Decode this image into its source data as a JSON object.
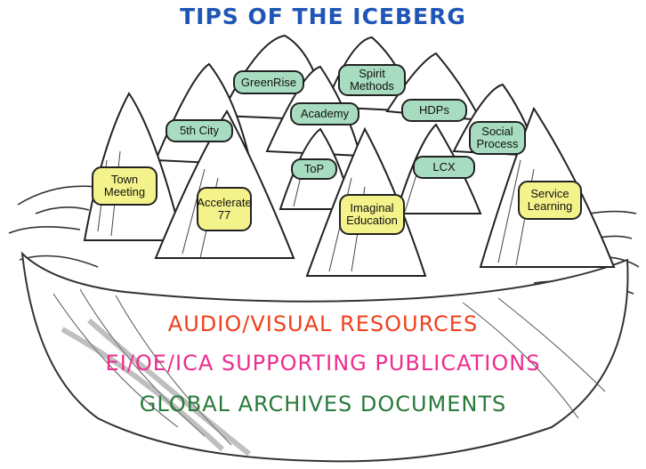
{
  "title": "TIPS OF THE ICEBERG",
  "colors": {
    "title": "#1f56b6",
    "tip_green": "#a8dcc0",
    "tip_yellow": "#f4f28a",
    "line1": "#f0401c",
    "line2": "#ee2d8e",
    "line3": "#287a3a"
  },
  "tips": [
    {
      "label": "GreenRise",
      "color": "green"
    },
    {
      "label": "Spirit Methods",
      "color": "green"
    },
    {
      "label": "Academy",
      "color": "green"
    },
    {
      "label": "HDPs",
      "color": "green"
    },
    {
      "label": "5th City",
      "color": "green"
    },
    {
      "label": "Social Process",
      "color": "green"
    },
    {
      "label": "ToP",
      "color": "green"
    },
    {
      "label": "LCX",
      "color": "green"
    },
    {
      "label": "Town Meeting",
      "color": "yellow"
    },
    {
      "label": "Accelerate 77",
      "color": "yellow"
    },
    {
      "label": "Imaginal Education",
      "color": "yellow"
    },
    {
      "label": "Service Learning",
      "color": "yellow"
    }
  ],
  "base_lines": [
    "AUDIO/VISUAL RESOURCES",
    "EI/OE/ICA SUPPORTING PUBLICATIONS",
    "GLOBAL ARCHIVES DOCUMENTS"
  ]
}
